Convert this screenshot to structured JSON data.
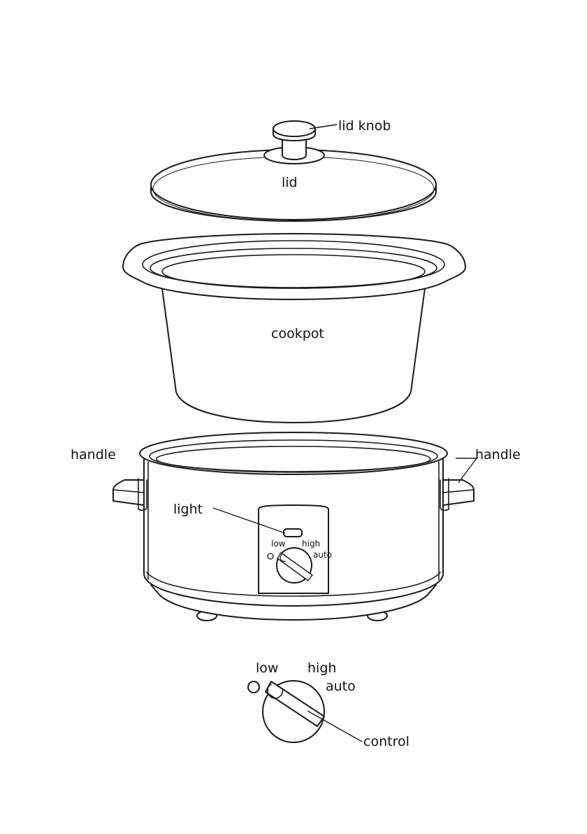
{
  "labels": {
    "lid_knob": "lid knob",
    "lid": "lid",
    "cookpot": "cookpot",
    "handle_left": "handle",
    "handle_right": "handle",
    "light": "light",
    "control": "control"
  },
  "dial_settings": {
    "low": "low",
    "high": "high",
    "auto": "auto"
  },
  "colors": {
    "line": "#1a1a1a",
    "background": "#ffffff"
  }
}
